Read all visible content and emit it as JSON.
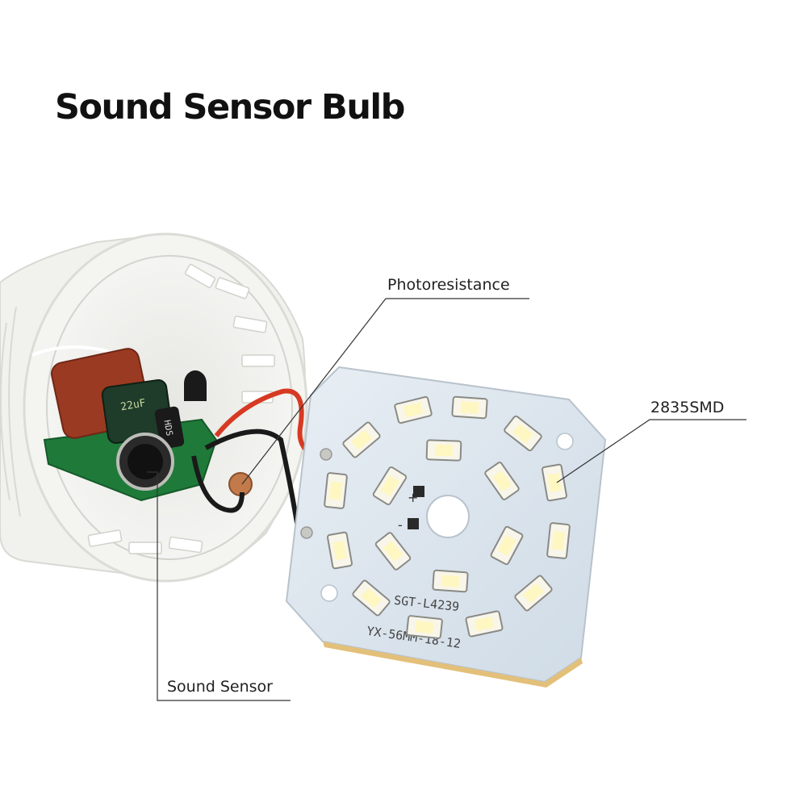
{
  "title": "Sound Sensor Bulb",
  "callouts": {
    "photoresistance": "Photoresistance",
    "smd": "2835SMD",
    "sound_sensor": "Sound Sensor"
  },
  "board": {
    "model_text": "SGT-L4239",
    "size_text": "YX-56MM-18-12",
    "plus_mark": "+",
    "minus_mark": "-"
  },
  "driver": {
    "cap_text": "22uF",
    "chip_text": "HDS"
  },
  "colors": {
    "title": "#111111",
    "callout_line": "#333333",
    "led_board": "#dde7ef",
    "led_chip": "#f8f6ea",
    "driver_pcb": "#1f7a3a",
    "film_capacitor": "#9b3a22",
    "electrolytic": "#1f3b2a",
    "bulb_housing": "#f1f1ee"
  }
}
